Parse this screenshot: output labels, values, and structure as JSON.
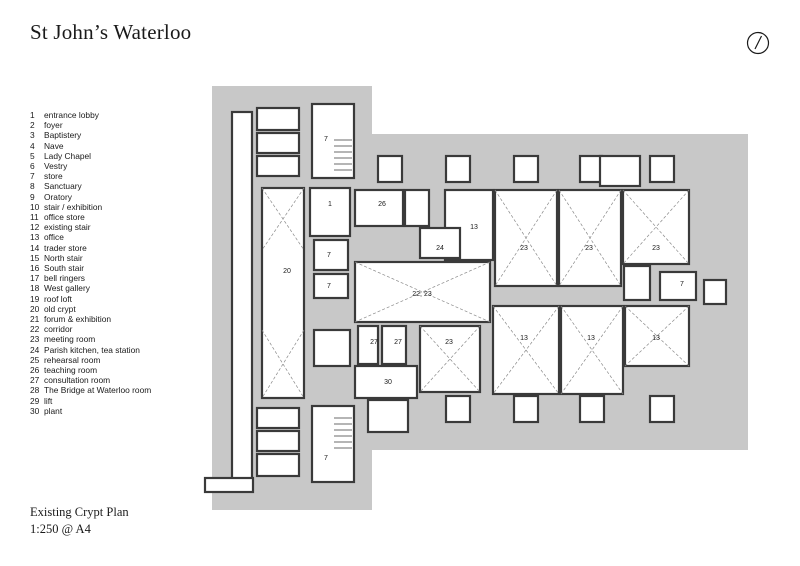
{
  "title": "St John’s Waterloo",
  "legend": [
    {
      "num": "1",
      "label": "entrance lobby"
    },
    {
      "num": "2",
      "label": "foyer"
    },
    {
      "num": "3",
      "label": "Baptistery"
    },
    {
      "num": "4",
      "label": "Nave"
    },
    {
      "num": "5",
      "label": "Lady Chapel"
    },
    {
      "num": "6",
      "label": "Vestry"
    },
    {
      "num": "7",
      "label": "store"
    },
    {
      "num": "8",
      "label": "Sanctuary"
    },
    {
      "num": "9",
      "label": "Oratory"
    },
    {
      "num": "10",
      "label": "stair / exhibition"
    },
    {
      "num": "11",
      "label": "office store"
    },
    {
      "num": "12",
      "label": "existing stair"
    },
    {
      "num": "13",
      "label": "office"
    },
    {
      "num": "14",
      "label": "trader store"
    },
    {
      "num": "15",
      "label": "North stair"
    },
    {
      "num": "16",
      "label": "South stair"
    },
    {
      "num": "17",
      "label": "bell ringers"
    },
    {
      "num": "18",
      "label": "West gallery"
    },
    {
      "num": "19",
      "label": "roof loft"
    },
    {
      "num": "20",
      "label": "old crypt"
    },
    {
      "num": "21",
      "label": "forum & exhibition"
    },
    {
      "num": "22",
      "label": "corridor"
    },
    {
      "num": "23",
      "label": "meeting room"
    },
    {
      "num": "24",
      "label": "Parish kitchen, tea station"
    },
    {
      "num": "25",
      "label": "rehearsal room"
    },
    {
      "num": "26",
      "label": "teaching room"
    },
    {
      "num": "27",
      "label": "consultation room"
    },
    {
      "num": "28",
      "label": "The Bridge at Waterloo room"
    },
    {
      "num": "29",
      "label": "lift"
    },
    {
      "num": "30",
      "label": "plant"
    }
  ],
  "caption": {
    "line1": "Existing Crypt Plan",
    "line2": "1:250 @ A4"
  },
  "room_labels": [
    "7",
    "1",
    "26",
    "13",
    "23",
    "23",
    "23",
    "24",
    "20",
    "7",
    "22, 23",
    "7",
    "7",
    "27",
    "27",
    "23",
    "13",
    "13",
    "13",
    "30",
    "7"
  ],
  "colors": {
    "background_grey": "#c8c8c8",
    "wall": "#3a3a3a",
    "floor": "#ffffff",
    "text": "#1a1a1a"
  },
  "icons": {
    "north_point": "north-arrow-icon"
  }
}
